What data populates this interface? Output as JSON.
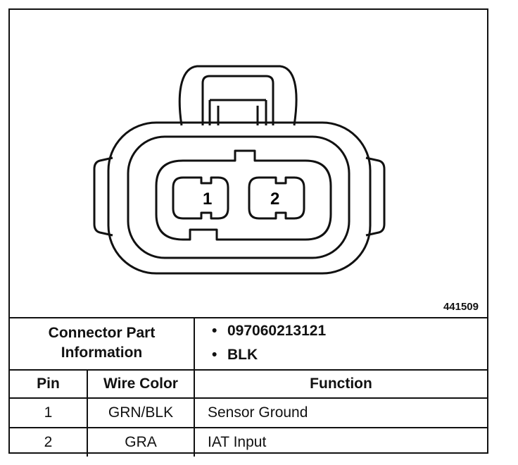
{
  "figure": {
    "id": "441509",
    "pins": [
      "1",
      "2"
    ]
  },
  "connector_info": {
    "label": "Connector Part Information",
    "part_number": "097060213121",
    "color": "BLK"
  },
  "table": {
    "headers": {
      "pin": "Pin",
      "wire_color": "Wire Color",
      "function": "Function"
    },
    "rows": [
      {
        "pin": "1",
        "wire_color": "GRN/BLK",
        "function": "Sensor Ground"
      },
      {
        "pin": "2",
        "wire_color": "GRA",
        "function": "IAT Input"
      }
    ]
  }
}
